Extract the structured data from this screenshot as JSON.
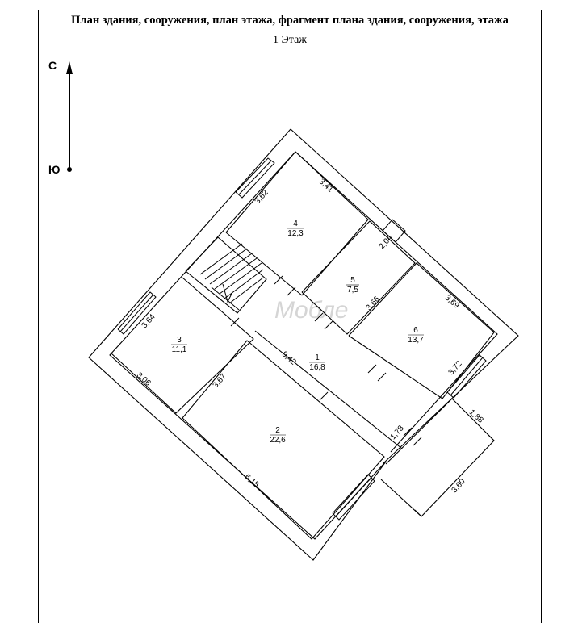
{
  "header": {
    "title": "План здания, сооружения, план этажа, фрагмент плана здания, сооружения, этажа",
    "floor": "1 Этаж"
  },
  "compass": {
    "north": "С",
    "south": "Ю"
  },
  "watermark": "Мобле",
  "rooms": [
    {
      "number": "1",
      "area": "16,8"
    },
    {
      "number": "2",
      "area": "22,6"
    },
    {
      "number": "3",
      "area": "11,1"
    },
    {
      "number": "4",
      "area": "12,3"
    },
    {
      "number": "5",
      "area": "7,5"
    },
    {
      "number": "6",
      "area": "13,7"
    }
  ],
  "dimensions": [
    "3,62",
    "3,41",
    "2,04",
    "3,66",
    "3,69",
    "3,72",
    "3,64",
    "3,06",
    "3,67",
    "9,42",
    "1,78",
    "6,15",
    "1,88",
    "3,60"
  ]
}
